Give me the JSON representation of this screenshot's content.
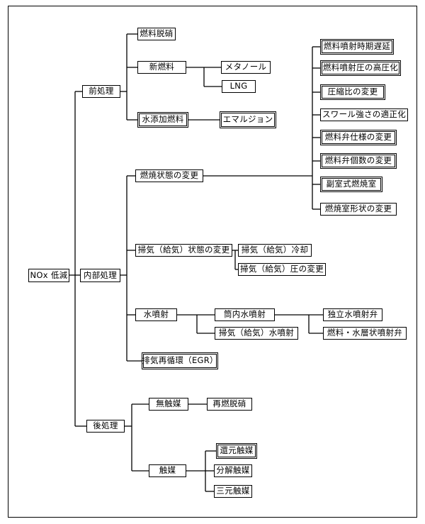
{
  "diagram": {
    "root": "NOx 低減",
    "pre": {
      "label": "前処理",
      "fuel_denitration": "燃料脱硝",
      "new_fuel": "新燃料",
      "methanol": "メタノール",
      "lng": "LNG",
      "water_added_fuel": "水添加燃料",
      "emulsion": "エマルジョン"
    },
    "internal": {
      "label": "内部処理",
      "combustion_change": "燃焼状態の変更",
      "combustion_items": [
        "燃料噴射時期遅延",
        "燃料噴射圧の高圧化",
        "圧縮比の変更",
        "スワール強さの適正化",
        "燃料弁仕様の変更",
        "燃料弁個数の変更",
        "副室式燃焼室",
        "燃焼室形状の変更"
      ],
      "scavenge_change": "掃気（給気）状態の変更",
      "scavenge_cooling": "掃気（給気）冷却",
      "scavenge_pressure": "掃気（給気）圧の変更",
      "water_injection": "水噴射",
      "in_cylinder_injection": "筒内水噴射",
      "independent_valve": "独立水噴射弁",
      "stratified_valve": "燃料・水層状噴射弁",
      "scavenge_water_injection": "掃気（給気）水噴射",
      "egr": "排気再循環（EGR）"
    },
    "post": {
      "label": "後処理",
      "non_catalytic": "無触媒",
      "reburn": "再燃脱硝",
      "catalytic": "触媒",
      "reduction": "還元触媒",
      "decomposition": "分解触媒",
      "three_way": "三元触媒"
    }
  }
}
